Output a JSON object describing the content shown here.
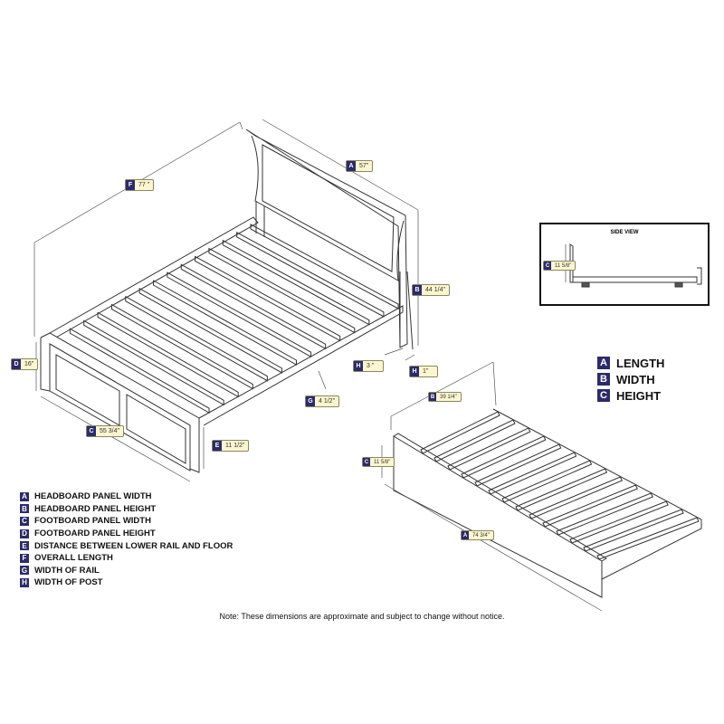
{
  "dimensions": {
    "headboard_width": {
      "letter": "A",
      "value": "57\""
    },
    "headboard_height": {
      "letter": "B",
      "value": "44 1/4\""
    },
    "footboard_width": {
      "letter": "C",
      "value": "55 3/4\""
    },
    "footboard_height": {
      "letter": "D",
      "value": "16\""
    },
    "rail_floor": {
      "letter": "E",
      "value": "11 1/2\""
    },
    "overall_length": {
      "letter": "F",
      "value": "77 \""
    },
    "rail_width": {
      "letter": "G",
      "value": "4 1/2\""
    },
    "post_width_side": {
      "letter": "H",
      "value": "3 \""
    },
    "post_width_front": {
      "letter": "H",
      "value": "1\""
    }
  },
  "trundle": {
    "width": {
      "letter": "B",
      "value": "39 1/4\""
    },
    "height": {
      "letter": "C",
      "value": "11 5/8\""
    },
    "length": {
      "letter": "A",
      "value": "74 3/4\""
    }
  },
  "side_view": {
    "title": "SIDE VIEW",
    "height": {
      "letter": "C",
      "value": "11 5/8\""
    }
  },
  "trundle_key": [
    {
      "letter": "A",
      "label": "LENGTH"
    },
    {
      "letter": "B",
      "label": "WIDTH"
    },
    {
      "letter": "C",
      "label": "HEIGHT"
    }
  ],
  "legend": [
    {
      "letter": "A",
      "label": "HEADBOARD PANEL WIDTH"
    },
    {
      "letter": "B",
      "label": "HEADBOARD PANEL HEIGHT"
    },
    {
      "letter": "C",
      "label": "FOOTBOARD PANEL WIDTH"
    },
    {
      "letter": "D",
      "label": "FOOTBOARD PANEL HEIGHT"
    },
    {
      "letter": "E",
      "label": "DISTANCE BETWEEN LOWER RAIL AND FLOOR"
    },
    {
      "letter": "F",
      "label": "OVERALL LENGTH"
    },
    {
      "letter": "G",
      "label": "WIDTH OF RAIL"
    },
    {
      "letter": "H",
      "label": "WIDTH OF POST"
    }
  ],
  "note": "Note:  These dimensions are approximate and subject to change without notice."
}
